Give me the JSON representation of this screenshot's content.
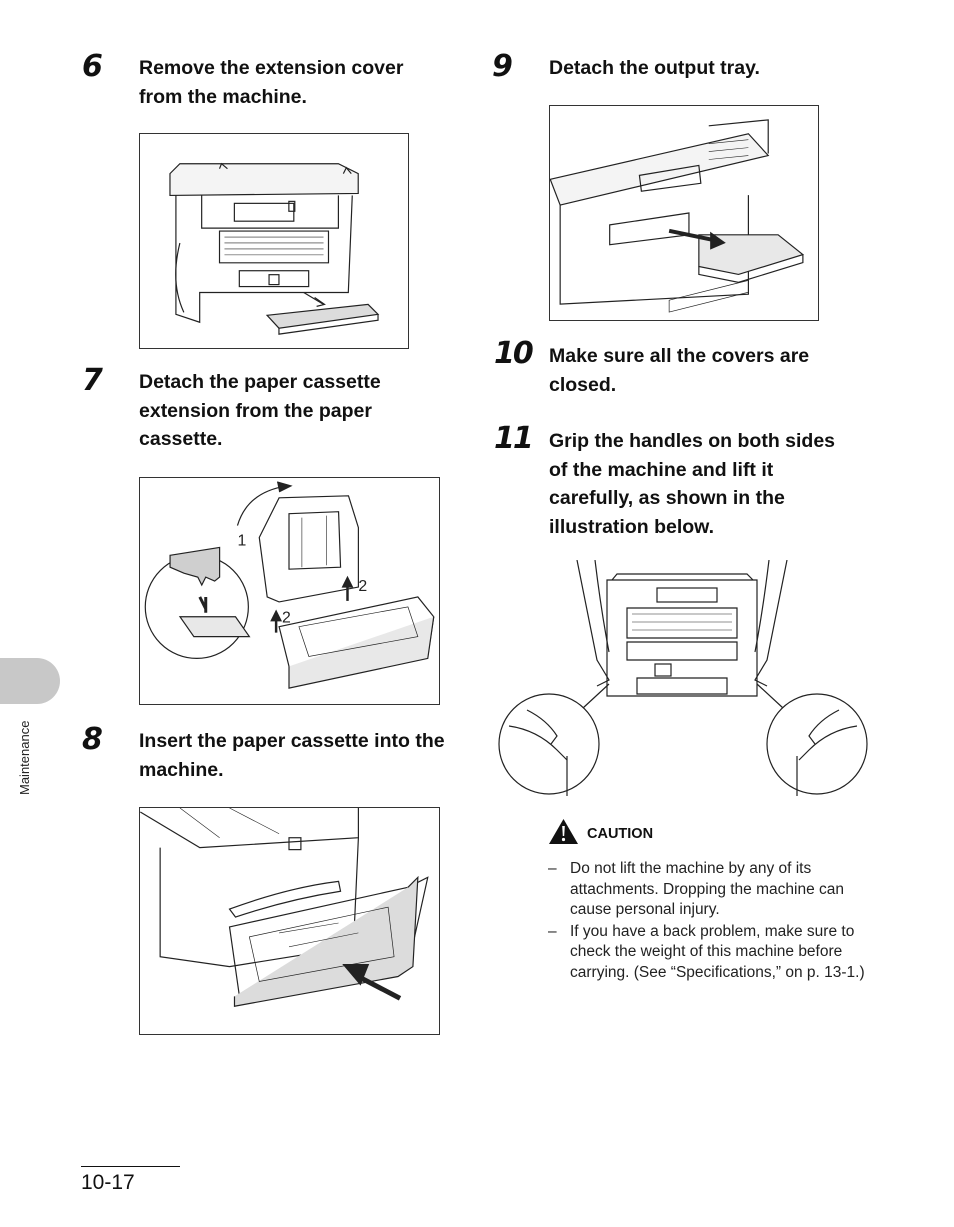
{
  "steps": [
    {
      "number": "6",
      "text": "Remove the extension cover\nfrom the machine."
    },
    {
      "number": "7",
      "text": "Detach the paper cassette\nextension from the paper\ncassette."
    },
    {
      "number": "8",
      "text": "Insert the paper cassette into the\nmachine."
    },
    {
      "number": "9",
      "text": "Detach the output tray."
    },
    {
      "number": "10",
      "text": "Make sure all the covers are\nclosed."
    },
    {
      "number": "11",
      "text": "Grip the handles on both sides\nof the machine and lift it\ncarefully, as shown in the\nillustration below."
    }
  ],
  "figure_labels": {
    "callout_1": "1",
    "callout_2a": "2",
    "callout_2b": "2"
  },
  "caution": {
    "heading": "CAUTION",
    "items": [
      "Do not lift the machine by any of its attachments. Dropping the machine can cause personal injury.",
      "If you have a back problem, make sure to check the weight of this machine before carrying. (See “Specifications,” on p. 13-1.)"
    ]
  },
  "side_tab": {
    "label": "Maintenance"
  },
  "footer": {
    "page_number": "10-17"
  },
  "colors": {
    "text": "#111111",
    "tab": "#c8c8c8",
    "line_art": "#222222",
    "shade": "#dcdcdc"
  }
}
